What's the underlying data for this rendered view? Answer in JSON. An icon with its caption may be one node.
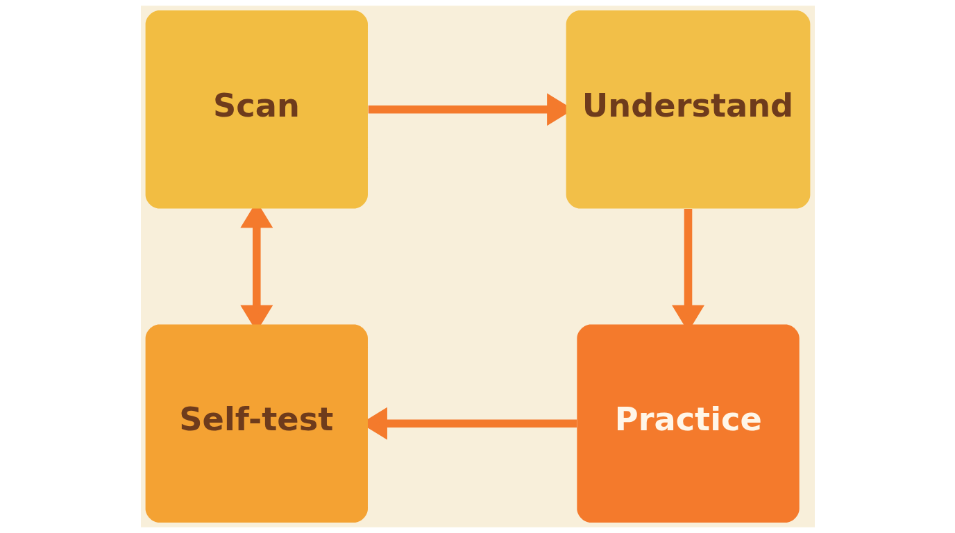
{
  "diagram": {
    "nodes": [
      {
        "text": [
          "Scan"
        ]
      },
      {
        "text": [
          "Understand"
        ]
      },
      {
        "text": [
          "Self-test"
        ]
      },
      {
        "text": [
          "Practice"
        ]
      }
    ],
    "edges": [
      {
        "from": 0,
        "to": 1,
        "arrow": "to"
      },
      {
        "from": 1,
        "to": 3,
        "arrow": "to"
      },
      {
        "from": 3,
        "to": 2,
        "arrow": "to"
      },
      {
        "from": 0,
        "to": 2,
        "arrow": "both"
      }
    ]
  }
}
